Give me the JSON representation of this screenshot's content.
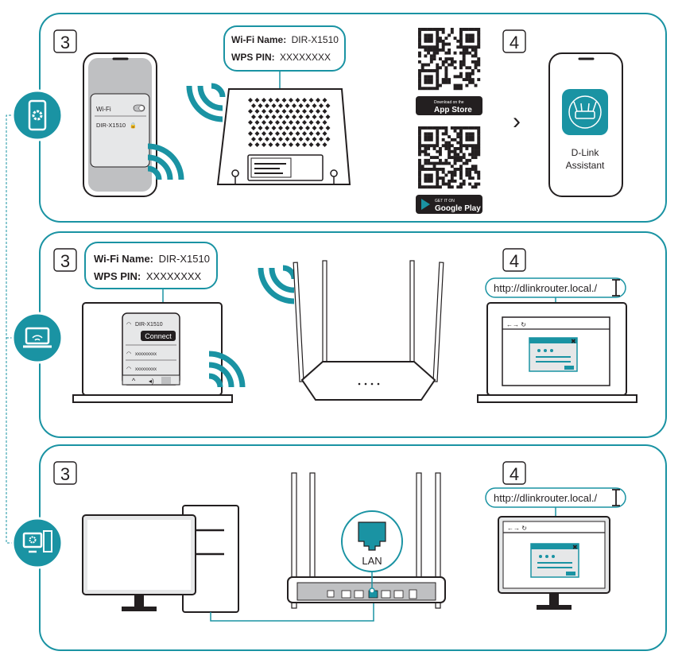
{
  "colors": {
    "teal": "#1a93a3",
    "dark": "#231f20",
    "gray": "#bfc0c2",
    "lightgray": "#e6e7e8",
    "white": "#ffffff"
  },
  "icons": {
    "mobile": "smartphone-gear-icon",
    "laptop": "laptop-wifi-icon",
    "desktop": "desktop-computer-icon"
  },
  "panel_mobile": {
    "step3": "3",
    "step4": "4",
    "label": {
      "wifi_name_key": "Wi-Fi Name:",
      "wifi_name_val": "DIR-X1510",
      "wps_pin_key": "WPS PIN:",
      "wps_pin_val": "XXXXXXXX"
    },
    "phone": {
      "wifi_row": "Wi-Fi",
      "network_row": "DIR-X1510"
    },
    "app_store": {
      "small": "Download on the",
      "big": "App Store"
    },
    "google_play": {
      "small": "GET IT ON",
      "big": "Google Play"
    },
    "arrow": "›",
    "app_name_line1": "D-Link",
    "app_name_line2": "Assistant"
  },
  "panel_laptop": {
    "step3": "3",
    "step4": "4",
    "label": {
      "wifi_name_key": "Wi-Fi Name:",
      "wifi_name_val": "DIR-X1510",
      "wps_pin_key": "WPS PIN:",
      "wps_pin_val": "XXXXXXXX"
    },
    "network_list": {
      "selected": "DIR-X1510",
      "connect": "Connect",
      "other1": "xxxxxxxxx",
      "other2": "xxxxxxxxx"
    },
    "url": "http://dlinkrouter.local./"
  },
  "panel_desktop": {
    "step3": "3",
    "step4": "4",
    "lan_label": "LAN",
    "url": "http://dlinkrouter.local./"
  }
}
